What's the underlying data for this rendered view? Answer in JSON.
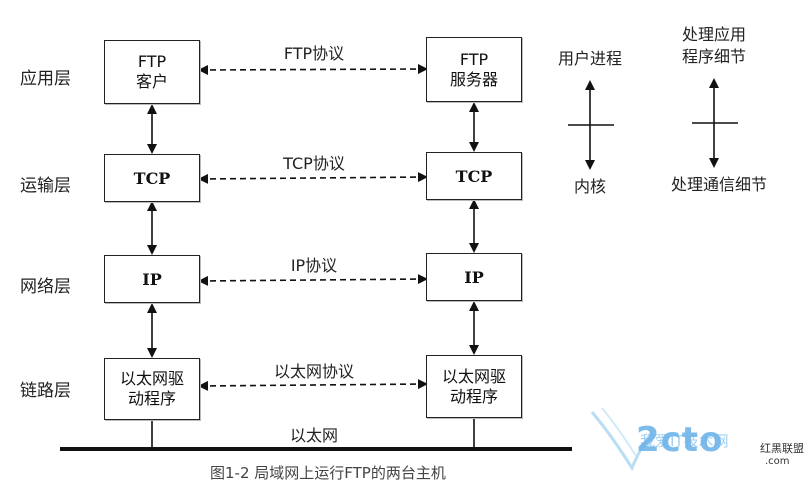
{
  "layers": {
    "application": "应用层",
    "transport": "运输层",
    "network": "网络层",
    "link": "链路层"
  },
  "client": {
    "app": [
      "FTP",
      "客户"
    ],
    "transport": "TCP",
    "network": "IP",
    "link": [
      "以太网驱",
      "动程序"
    ]
  },
  "server": {
    "app": [
      "FTP",
      "服务器"
    ],
    "transport": "TCP",
    "network": "IP",
    "link": [
      "以太网驱",
      "动程序"
    ]
  },
  "protocols": {
    "app": "FTP协议",
    "transport": "TCP协议",
    "network": "IP协议",
    "link": "以太网协议"
  },
  "medium": "以太网",
  "legend": {
    "left_top": "用户进程",
    "left_bottom": "内核",
    "right_top": [
      "处理应用",
      "程序细节"
    ],
    "right_bottom": "处理通信细节"
  },
  "caption": "图1-2 局域网上运行FTP的两台主机",
  "watermark": {
    "top": "我爱IT技术网",
    "main": "2cto",
    "brand": "红黑联盟",
    "site": ".com"
  }
}
